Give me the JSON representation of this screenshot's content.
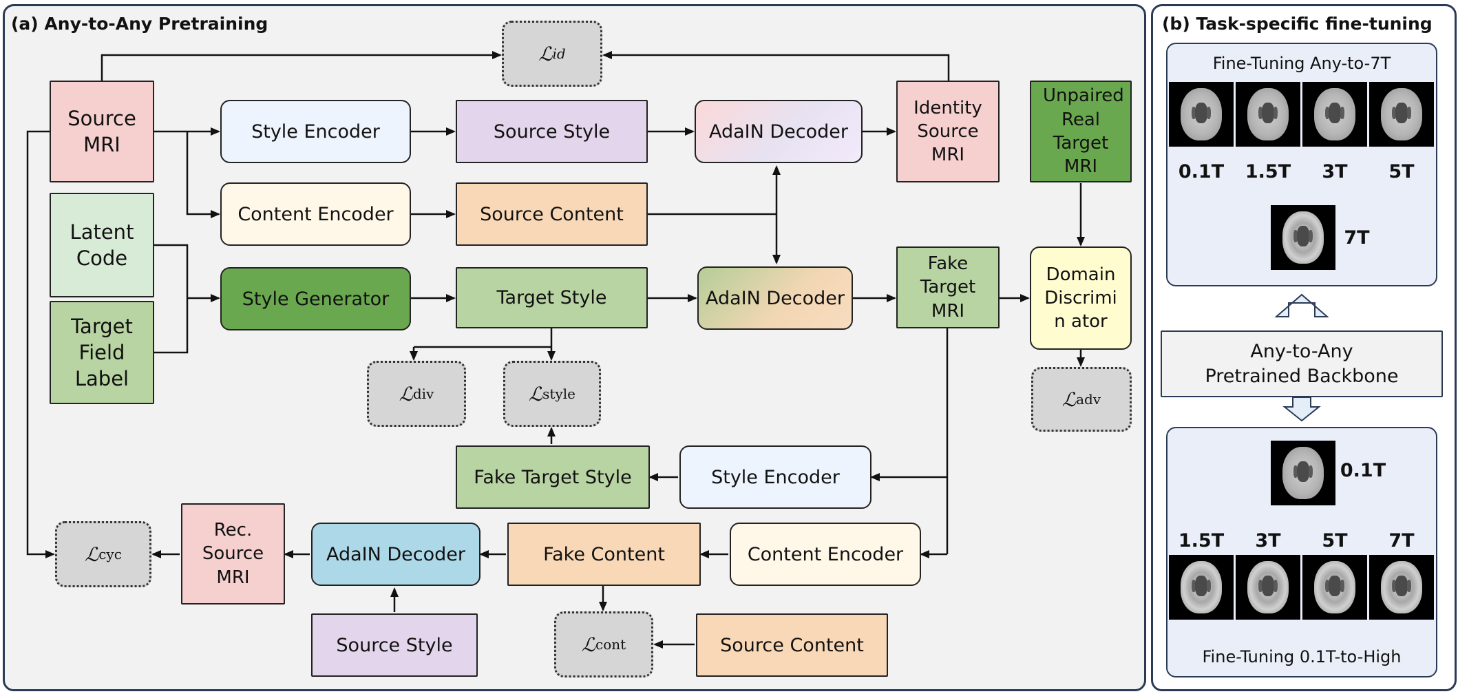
{
  "panel_a": {
    "title": "(a) Any-to-Any Pretraining",
    "source_mri": "Source MRI",
    "latent_code": "Latent Code",
    "target_field_label": "Target Field Label",
    "style_encoder_top": "Style Encoder",
    "content_encoder_top": "Content Encoder",
    "style_generator": "Style Generator",
    "source_style_top": "Source Style",
    "source_content_top": "Source Content",
    "target_style": "Target Style",
    "adain_decoder_top": "AdaIN Decoder",
    "adain_decoder_mid": "AdaIN Decoder",
    "identity_source_mri": "Identity Source MRI",
    "fake_target_mri": "Fake Target MRI",
    "unpaired_real_target_mri": "Unpaired Real Target MRI",
    "domain_discriminator": "Domain Discrimin ator",
    "fake_target_style": "Fake Target Style",
    "style_encoder_bottom": "Style Encoder",
    "content_encoder_bottom": "Content Encoder",
    "fake_content": "Fake Content",
    "adain_decoder_bottom": "AdaIN Decoder",
    "rec_source_mri": "Rec. Source MRI",
    "source_style_bottom": "Source Style",
    "source_content_bottom": "Source Content",
    "losses": {
      "id_symbol": "ℒ",
      "id_sub": "id",
      "div_symbol": "ℒ",
      "div_sub": "div",
      "style_symbol": "ℒ",
      "style_sub": "style",
      "adv_symbol": "ℒ",
      "adv_sub": "adv",
      "cyc_symbol": "ℒ",
      "cyc_sub": "cyc",
      "cont_symbol": "ℒ",
      "cont_sub": "cont"
    }
  },
  "panel_b": {
    "title": "(b) Task-specific fine-tuning",
    "top_title": "Fine-Tuning Any-to-7T",
    "top_field_labels": [
      "0.1T",
      "1.5T",
      "3T",
      "5T"
    ],
    "top_target_label": "7T",
    "backbone": "Any-to-Any Pretrained Backbone",
    "bottom_source_label": "0.1T",
    "bottom_field_labels": [
      "1.5T",
      "3T",
      "5T",
      "7T"
    ],
    "bottom_title": "Fine-Tuning 0.1T-to-High"
  },
  "colors": {
    "panel_border": "#2b3a55",
    "arrow": "#111111",
    "finetune_arrow": "#2f6f8f",
    "subpanel_bg": "#e9eef8"
  }
}
